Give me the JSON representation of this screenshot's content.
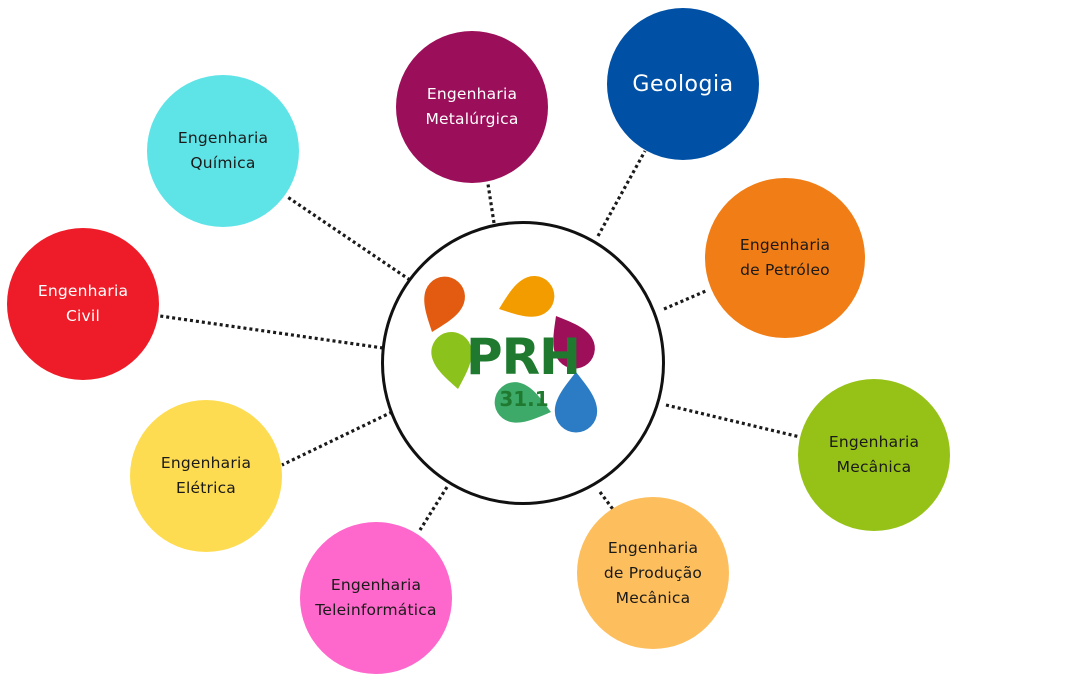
{
  "center": {
    "logo_title": "PRH",
    "logo_subtitle": "31.1",
    "colors": {
      "ring": "#111111",
      "text": "#1f7a2f",
      "petals": [
        "#e25b10",
        "#f29c00",
        "#9e0f5a",
        "#2b7cc4",
        "#3daa6a",
        "#8cc21c"
      ]
    }
  },
  "connector_color": "#1a1a1a",
  "nodes": [
    {
      "id": "quimica",
      "lines": [
        "Engenharia",
        "Química"
      ],
      "color": "#5ee3e7",
      "text_color": "#1a1a1a"
    },
    {
      "id": "metalurgica",
      "lines": [
        "Engenharia",
        "Metalúrgica"
      ],
      "color": "#9b0e59",
      "text_color": "#ffffff"
    },
    {
      "id": "geologia",
      "lines": [
        "Geologia"
      ],
      "color": "#0050a5",
      "text_color": "#ffffff"
    },
    {
      "id": "petroleo",
      "lines": [
        "Engenharia",
        "de Petróleo"
      ],
      "color": "#f07d16",
      "text_color": "#1a1a1a"
    },
    {
      "id": "civil",
      "lines": [
        "Engenharia",
        "Civil"
      ],
      "color": "#ee1c28",
      "text_color": "#ffffff"
    },
    {
      "id": "mecanica",
      "lines": [
        "Engenharia",
        "Mecânica"
      ],
      "color": "#96c218",
      "text_color": "#1a1a1a"
    },
    {
      "id": "eletrica",
      "lines": [
        "Engenharia",
        "Elétrica"
      ],
      "color": "#fedc52",
      "text_color": "#1a1a1a"
    },
    {
      "id": "producao-mecanica",
      "lines": [
        "Engenharia",
        "de Produção",
        "Mecânica"
      ],
      "color": "#fdbf5e",
      "text_color": "#1a1a1a"
    },
    {
      "id": "teleinformatica",
      "lines": [
        "Engenharia",
        "Teleinformática"
      ],
      "color": "#fe67cb",
      "text_color": "#1a1a1a"
    }
  ]
}
